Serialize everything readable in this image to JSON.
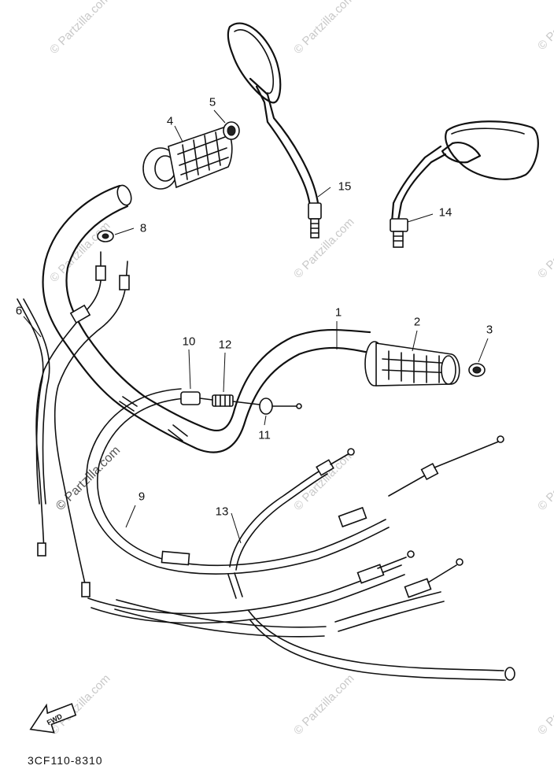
{
  "diagram": {
    "callouts": [
      "1",
      "2",
      "3",
      "4",
      "5",
      "6",
      "8",
      "9",
      "10",
      "11",
      "12",
      "13",
      "14",
      "15"
    ],
    "code": "3CF110-8310",
    "arrow_label": "FWD",
    "watermark": "© Partzilla.com"
  }
}
